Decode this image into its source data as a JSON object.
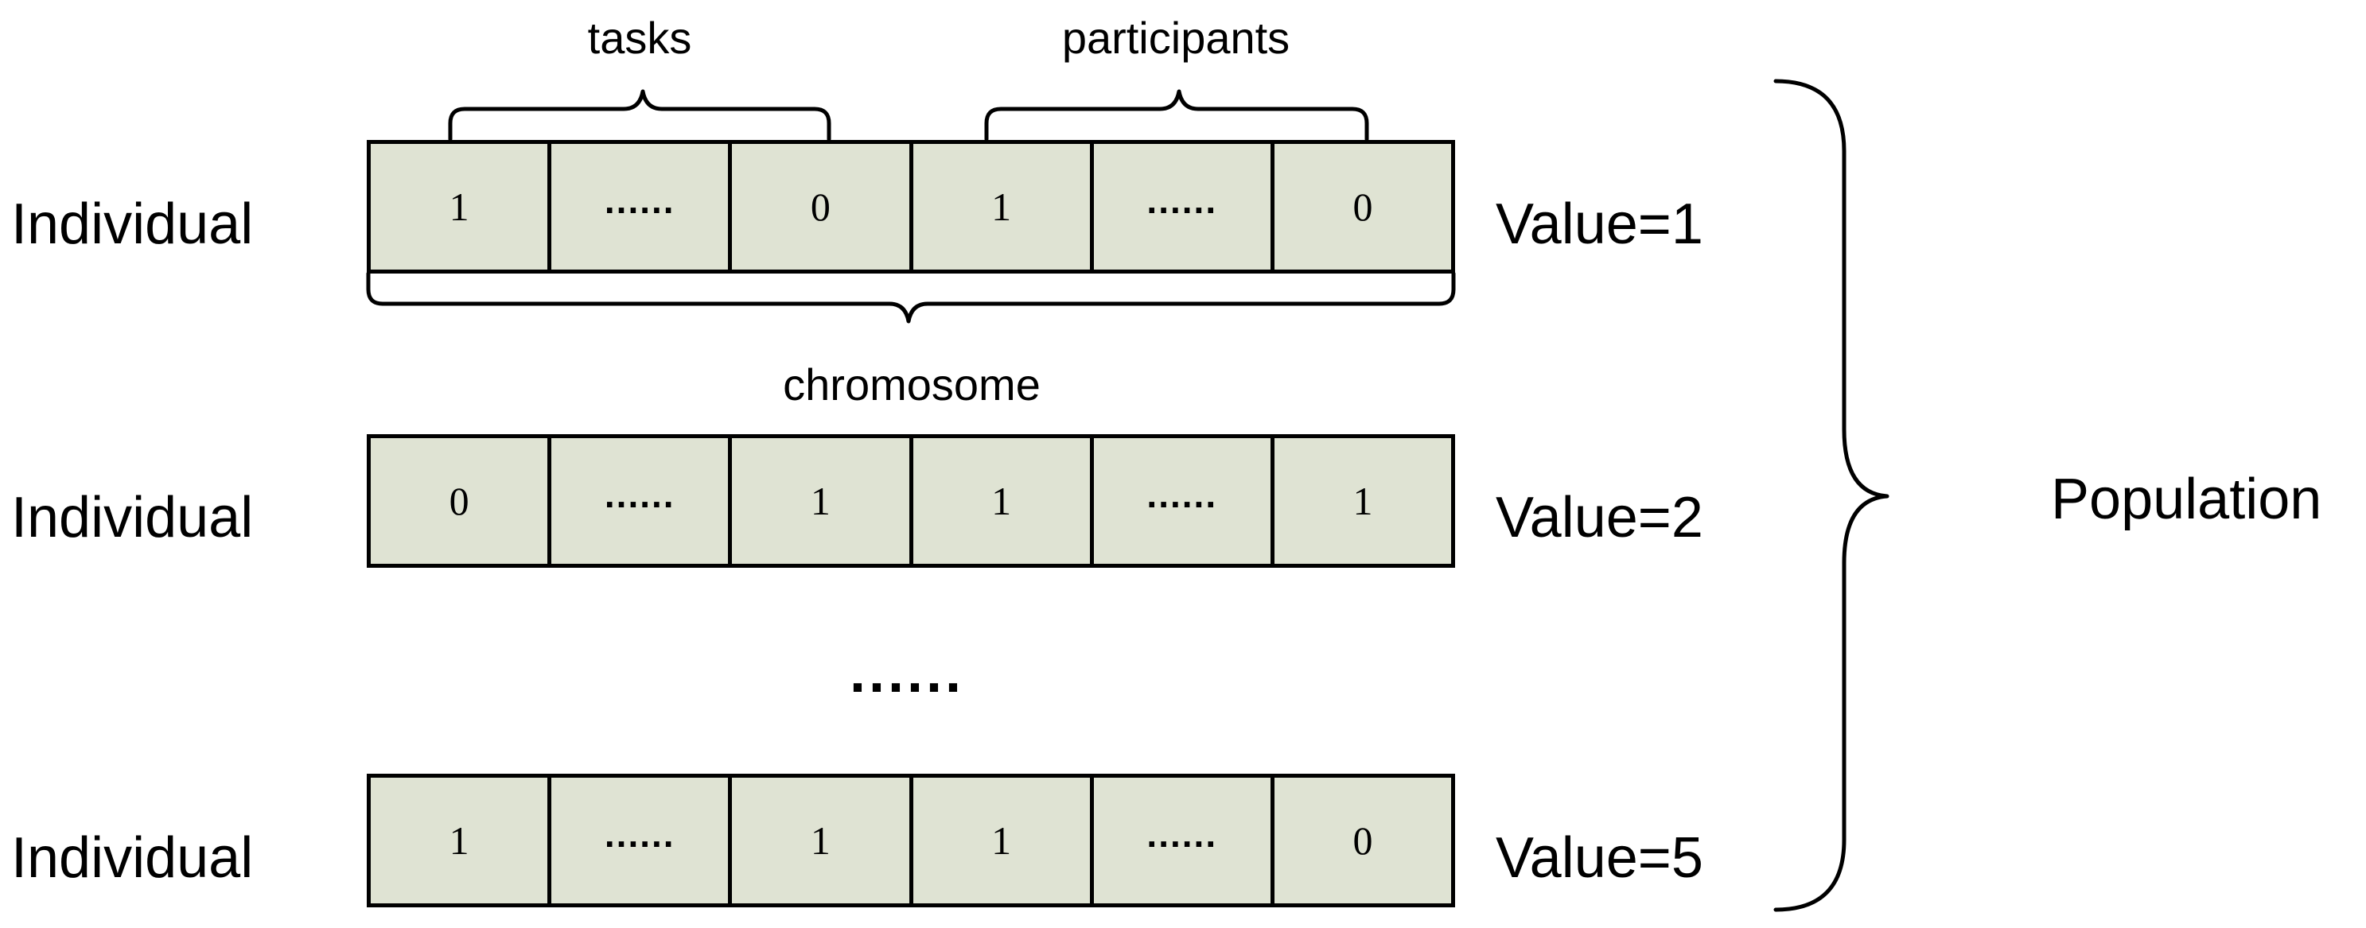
{
  "groups": {
    "tasks": "tasks",
    "participants": "participants",
    "chromosome": "chromosome",
    "population": "Population"
  },
  "ellipsis": "......",
  "individuals": [
    {
      "label": "Individual",
      "genes": [
        "1",
        "......",
        "0",
        "1",
        "......",
        "0"
      ],
      "value": "Value=1"
    },
    {
      "label": "Individual",
      "genes": [
        "0",
        "......",
        "1",
        "1",
        "......",
        "1"
      ],
      "value": "Value=2"
    },
    {
      "label": "Individual",
      "genes": [
        "1",
        "......",
        "1",
        "1",
        "......",
        "0"
      ],
      "value": "Value=5"
    }
  ]
}
